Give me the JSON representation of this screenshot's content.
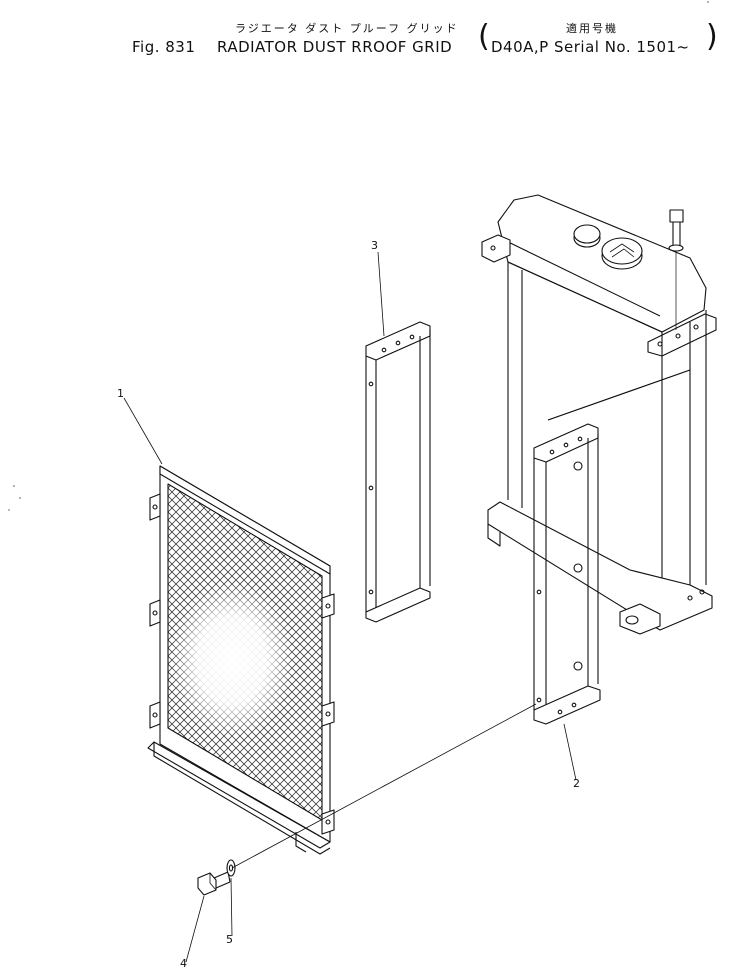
{
  "header": {
    "jp_title": "ラジエータ ダスト プルーフ グリッド",
    "jp_applicable": "適用号機",
    "fig_label": "Fig. 831",
    "title": "RADIATOR DUST RROOF GRID",
    "applicable": "D40A,P Serial No. 1501~",
    "paren_open": "(",
    "paren_close": ")"
  },
  "callouts": [
    "1",
    "2",
    "3",
    "4",
    "5"
  ]
}
